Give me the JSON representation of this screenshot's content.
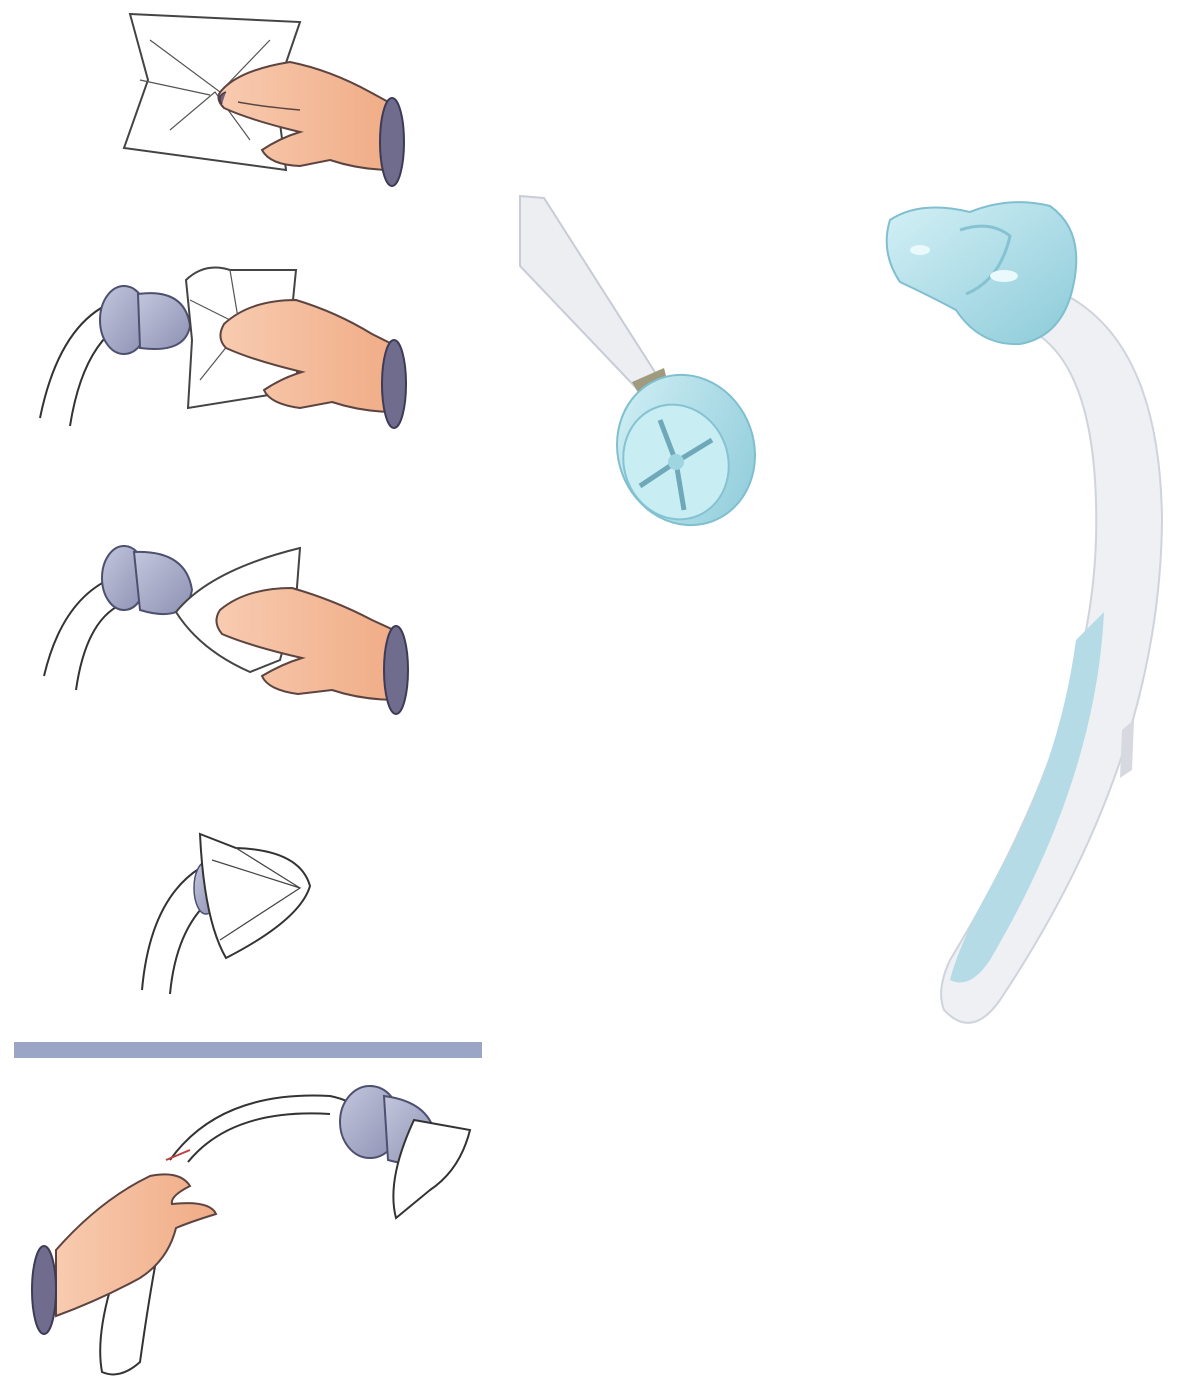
{
  "illustration": {
    "steps": [
      {
        "id": "unfold-tissue",
        "icon": "hand-holding-tissue-icon"
      },
      {
        "id": "grip-dome",
        "icon": "hand-tissue-on-dome-icon"
      },
      {
        "id": "twist-dome",
        "icon": "hand-twist-dome-icon"
      },
      {
        "id": "tissue-over-dome",
        "icon": "tissue-wrapped-dome-icon"
      },
      {
        "id": "pull-tube",
        "icon": "hand-pull-tube-icon"
      }
    ],
    "photos": [
      {
        "id": "dome-tip-with-cable",
        "icon": "dome-tip-icon"
      },
      {
        "id": "earpiece-with-tube",
        "icon": "earpiece-tube-icon"
      }
    ],
    "colors": {
      "skin": "#f5bc9b",
      "skin_stroke": "#8a6a66",
      "dome_gray": "#a8acc8",
      "dome_dark": "#6d6f90",
      "divider": "#9ba6c6",
      "aqua": "#b4e0ea",
      "aqua_dark": "#86c3d2",
      "tube_white": "#eef0f4",
      "tube_shade": "#d6d9e0"
    }
  }
}
